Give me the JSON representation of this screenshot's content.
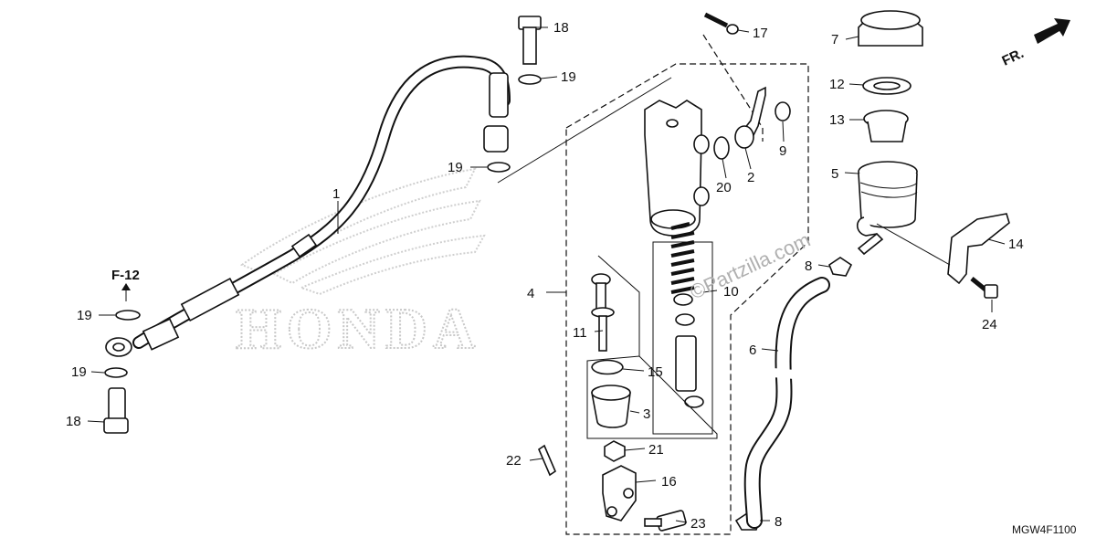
{
  "diagram": {
    "watermark": "©Partzilla.com",
    "brand_logo": "HONDA",
    "diagram_code": "MGW4F1100",
    "front_indicator": "FR.",
    "reference": "F-12",
    "callouts": [
      "1",
      "2",
      "3",
      "4",
      "5",
      "6",
      "7",
      "8",
      "8",
      "9",
      "10",
      "11",
      "12",
      "13",
      "14",
      "15",
      "16",
      "17",
      "18",
      "18",
      "19",
      "19",
      "19",
      "19",
      "20",
      "21",
      "22",
      "23",
      "24"
    ]
  }
}
